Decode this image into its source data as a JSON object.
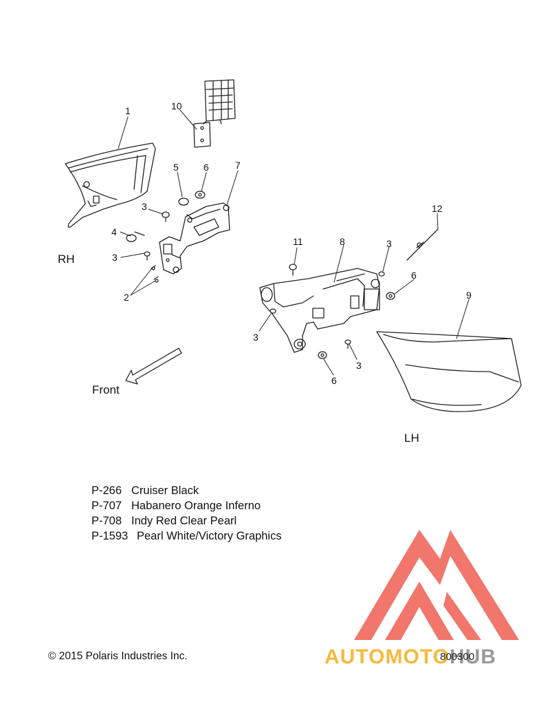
{
  "diagram": {
    "callouts": [
      "1",
      "2",
      "3",
      "3",
      "3",
      "3",
      "3",
      "4",
      "5",
      "6",
      "6",
      "6",
      "7",
      "8",
      "9",
      "10",
      "11",
      "12"
    ],
    "side_labels": {
      "right": "RH",
      "left": "LH"
    },
    "front_label": "Front"
  },
  "legend": [
    {
      "code": "P-266",
      "name": "Cruiser Black"
    },
    {
      "code": "P-707",
      "name": "Habanero Orange Inferno"
    },
    {
      "code": "P-708",
      "name": "Indy Red Clear Pearl"
    },
    {
      "code": "P-1593",
      "name": "Pearl White/Victory Graphics"
    }
  ],
  "footer": {
    "copyright": "© 2015 Polaris Industries Inc.",
    "diagram_number": "800300"
  },
  "watermark": {
    "brand_part1": "AUTOMOTO",
    "brand_part2": "HUB",
    "colors": {
      "triangle": "#f06a5e",
      "orange": "#f5b93c",
      "gray": "#9a9a9a"
    }
  }
}
